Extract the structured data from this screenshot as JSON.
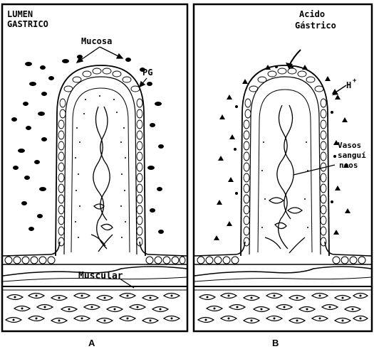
{
  "panel_a": {
    "label": "A",
    "lumen_line1": "LUMEN",
    "lumen_line2": "GASTRICO",
    "mucosa": "Mucosa",
    "pg": "PG",
    "muscular": "Muscular"
  },
  "panel_b": {
    "label": "B",
    "acid_line1": "Acido",
    "acid_line2": "Gástrico",
    "h_plus": "H",
    "h_plus_sup": "+",
    "vessels_line1": "Vasos",
    "vessels_line2": "sanguí",
    "vessels_line3": "neos"
  },
  "icons": {
    "left_villus": "gastric-villus-illustration",
    "right_villus": "gastric-villus-illustration"
  }
}
